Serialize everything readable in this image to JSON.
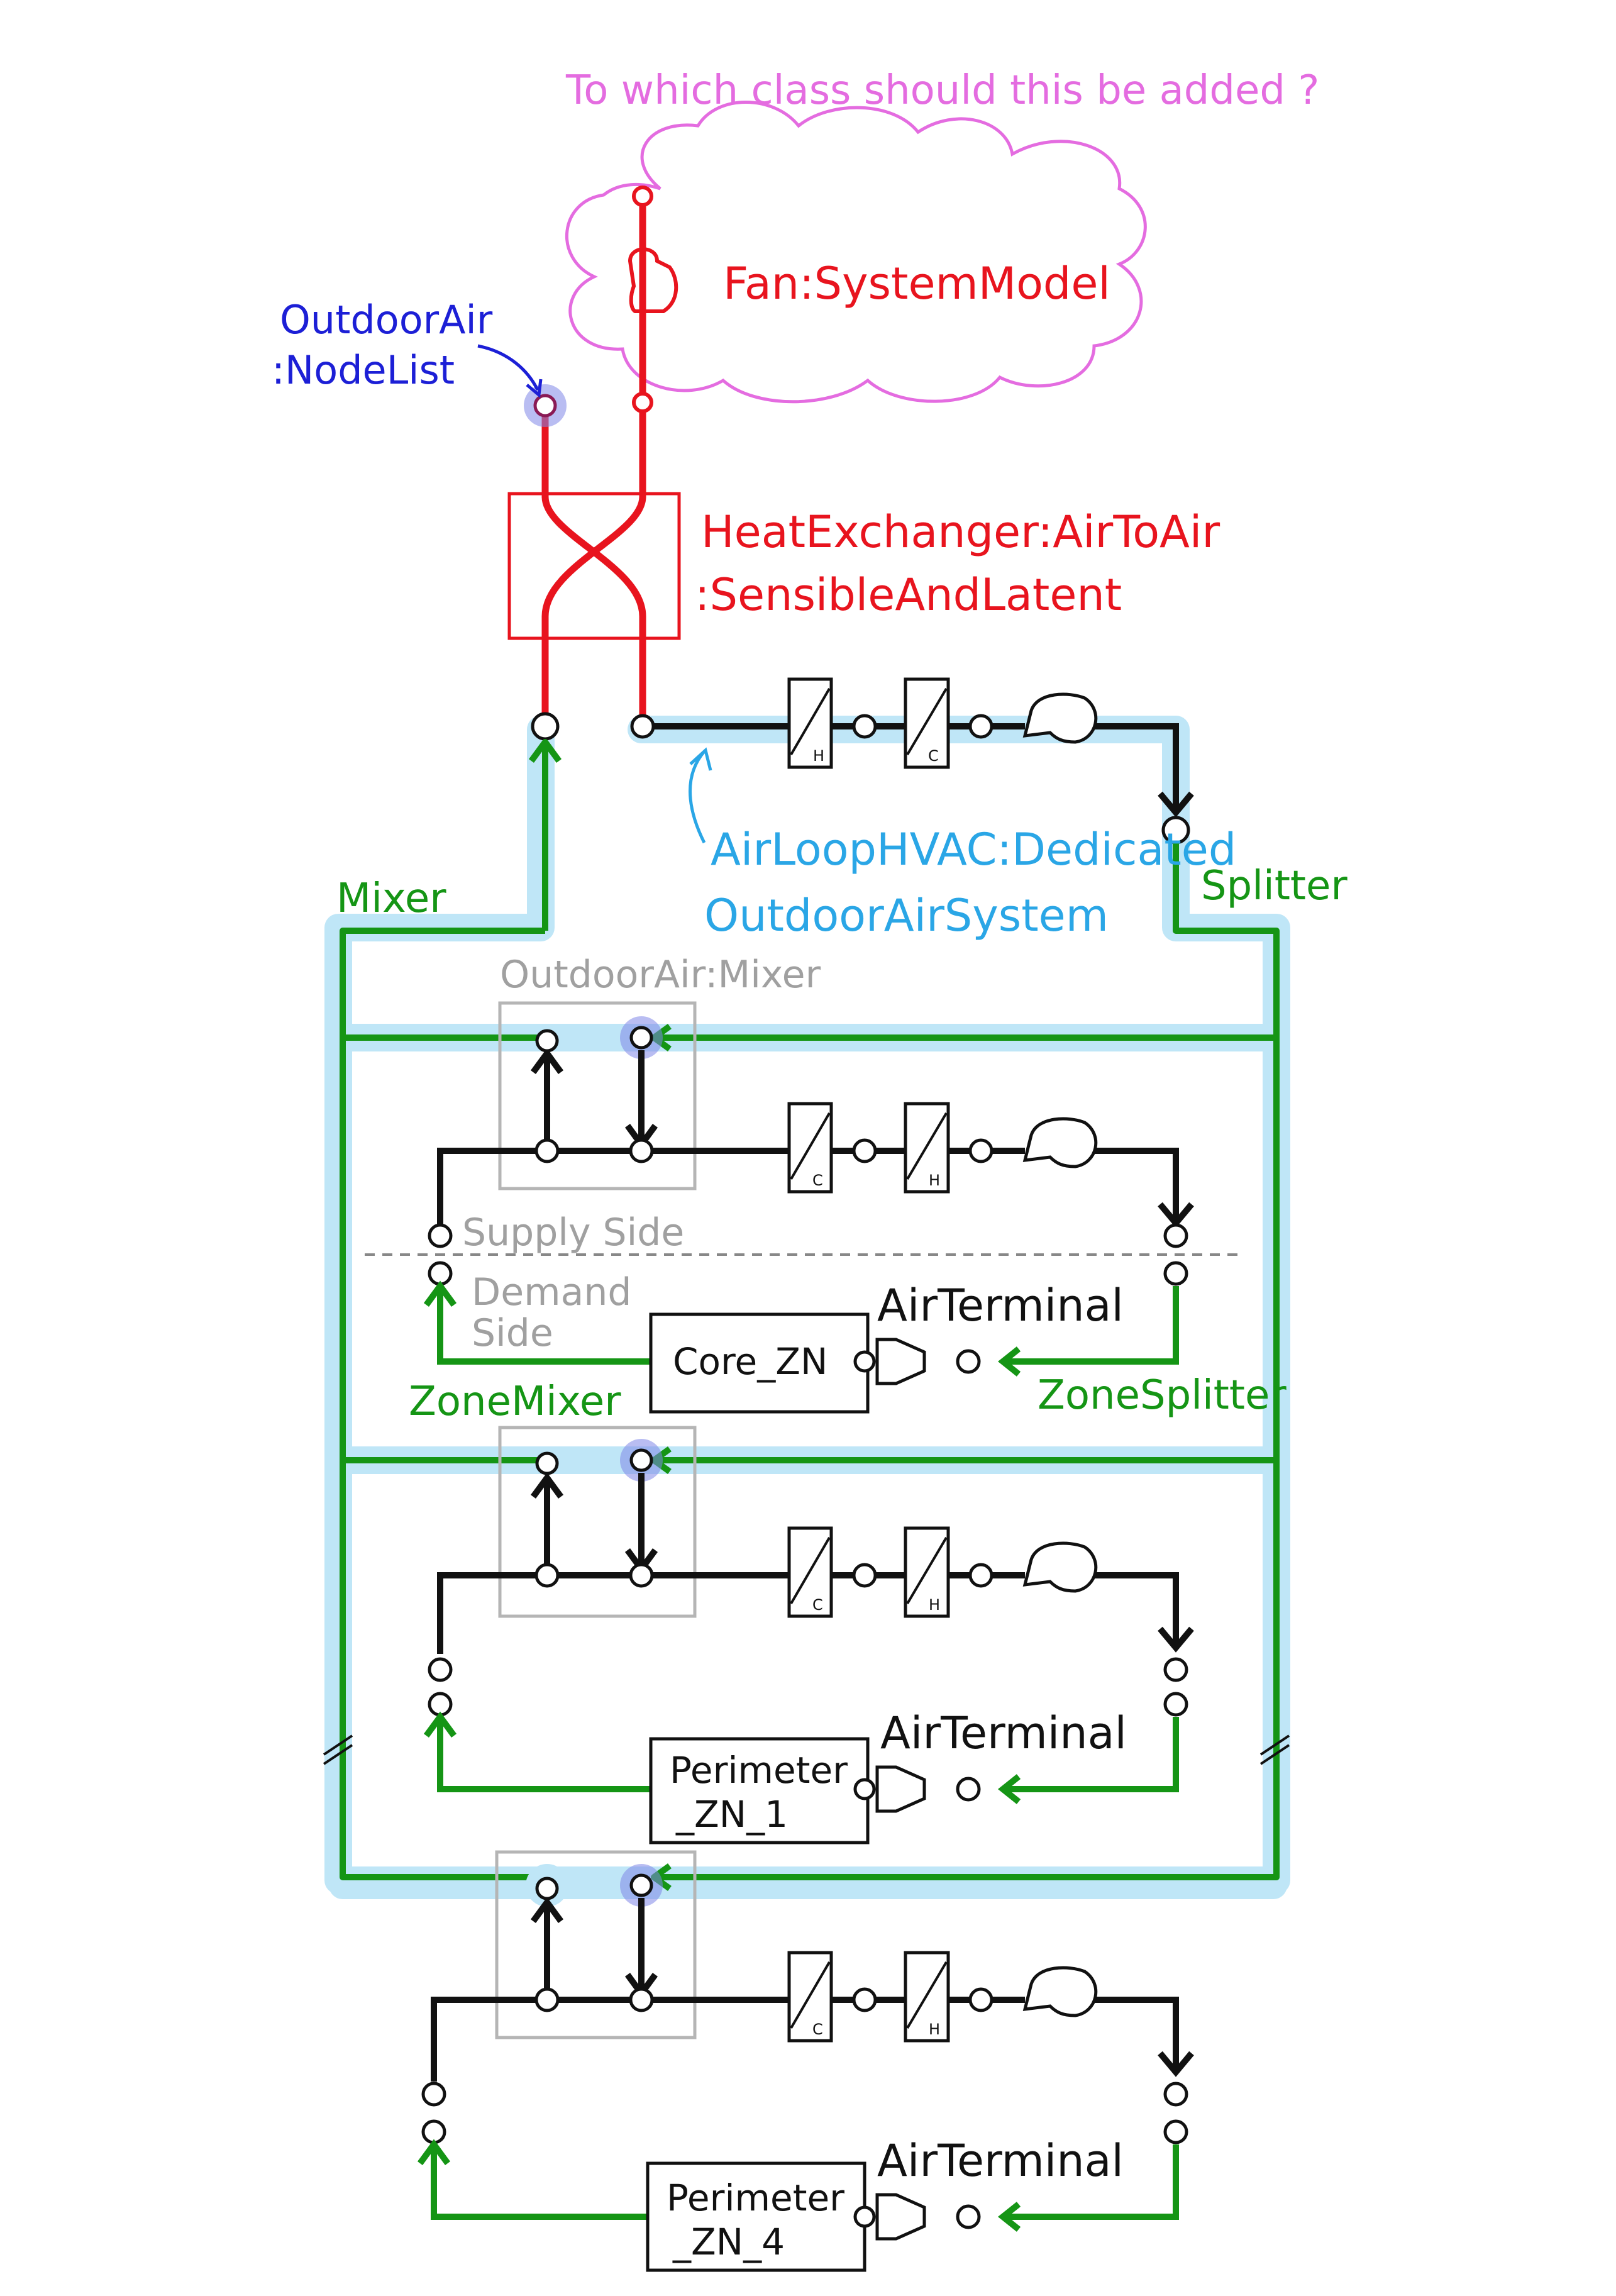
{
  "question": "To which class should this be added ?",
  "labels": {
    "fan_system_model": "Fan:SystemModel",
    "outdoor_air_node_list_line1": "OutdoorAir",
    "outdoor_air_node_list_line2": ":NodeList",
    "heat_exchanger_line1": "HeatExchanger:AirToAir",
    "heat_exchanger_line2": ":SensibleAndLatent",
    "doas_line1": "AirLoopHVAC:Dedicated",
    "doas_line2": "OutdoorAirSystem",
    "mixer": "Mixer",
    "splitter": "Splitter",
    "outdoor_air_mixer": "OutdoorAir:Mixer",
    "supply_side": "Supply Side",
    "demand_side_line1": "Demand",
    "demand_side_line2": "Side",
    "zone_mixer": "ZoneMixer",
    "zone_splitter": "ZoneSplitter"
  },
  "coils": {
    "heating": "H",
    "cooling": "C"
  },
  "zones": [
    {
      "name_line1": "Core_ZN",
      "name_line2": "",
      "terminal_label": "AirTerminal"
    },
    {
      "name_line1": "Perimeter",
      "name_line2": "_ZN_1",
      "terminal_label": "AirTerminal"
    },
    {
      "name_line1": "Perimeter",
      "name_line2": "_ZN_4",
      "terminal_label": "AirTerminal"
    }
  ],
  "break_mark": "//",
  "colors": {
    "red": "#e8141e",
    "green": "#159515",
    "black": "#111111",
    "highlight": "#bfe6f7",
    "node_highlight": "#7f86e8",
    "cloud": "#e46ce0",
    "gray_box": "#b5b5b5"
  },
  "icons": [
    "fan-icon",
    "heating-coil-icon",
    "cooling-coil-icon",
    "node-icon",
    "air-terminal-icon",
    "heat-exchanger-icon",
    "cloud-icon"
  ]
}
